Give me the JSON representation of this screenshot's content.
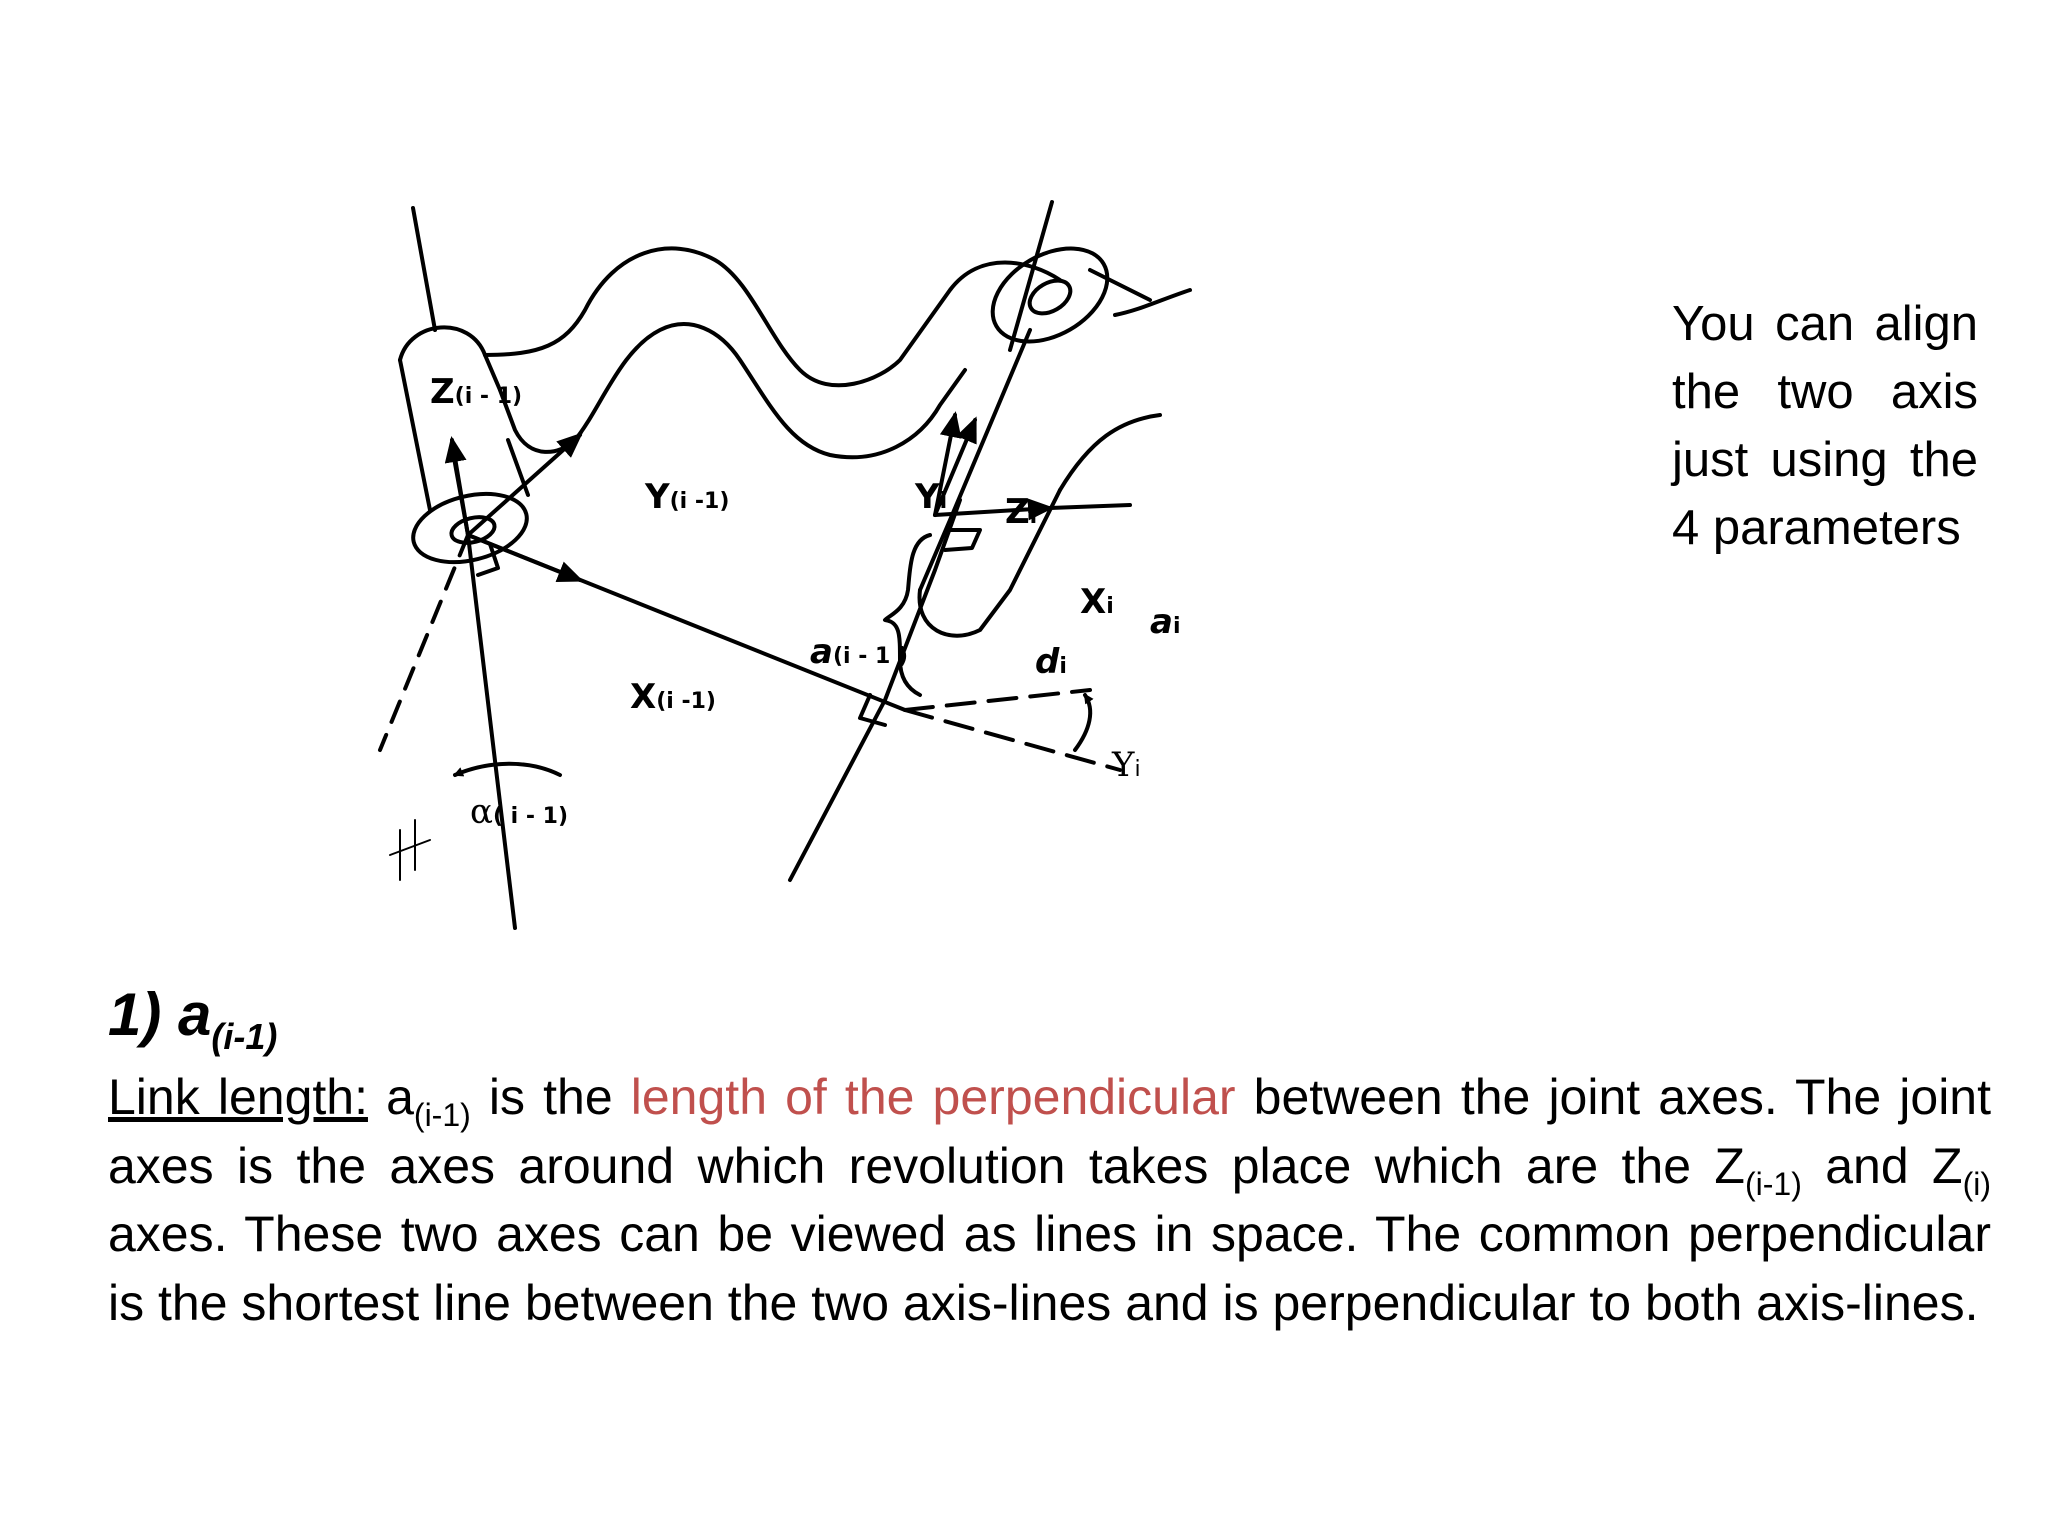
{
  "figure": {
    "labels": {
      "z_prev": "Z",
      "z_prev_sub": "(i - 1)",
      "y_prev": "Y",
      "y_prev_sub": "(i -1)",
      "x_prev": "X",
      "x_prev_sub": "(i -1)",
      "a_prev": "a",
      "a_prev_sub": "(i - 1 )",
      "alpha_prev": "α",
      "alpha_prev_sub": "( i - 1)",
      "d_i": "d",
      "d_i_sub": "i",
      "y_i": "Y",
      "y_i_sub": "i",
      "z_i": "Z",
      "z_i_sub": "i",
      "x_i": "X",
      "x_i_sub": "i",
      "a_i": "a",
      "a_i_sub": "i",
      "theta_i": "Y",
      "theta_i_sub": "i"
    }
  },
  "side_note": "You can align the two axis just using the 4 parameters",
  "heading": {
    "prefix": "1) a",
    "sub": "(i-1)"
  },
  "paragraph": {
    "term": "Link length:",
    "t1": " a",
    "s1": "(i-1)",
    "t2": " is the ",
    "highlight": "length of the perpendicular",
    "t3": " between the joint axes. The joint axes is the axes around which revolution takes place which are the Z",
    "s2": "(i-1)",
    "t4": " and Z",
    "s3": "(i)",
    "t5": " axes. These two axes can be viewed as lines in space. The common perpendicular is the shortest line between the two axis-lines and is perpendicular to both axis-lines."
  },
  "colors": {
    "highlight": "#c0504d",
    "text": "#000000"
  }
}
